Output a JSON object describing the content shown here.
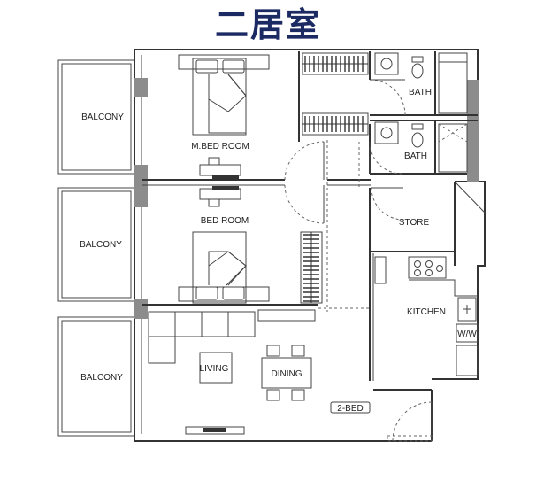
{
  "title": "二居室",
  "rooms": {
    "balcony_top": "BALCONY",
    "balcony_mid": "BALCONY",
    "balcony_bottom": "BALCONY",
    "master_bed": "M.BED ROOM",
    "bed": "BED ROOM",
    "bath_top": "BATH",
    "bath_bottom": "BATH",
    "store": "STORE",
    "kitchen": "KITCHEN",
    "living": "LIVING",
    "dining": "DINING"
  },
  "tags": {
    "unit_type": "2-BED",
    "washer": "W/W"
  },
  "colors": {
    "title": "#1c2a63",
    "wall": "#333333",
    "column": "#8c8c8c"
  }
}
